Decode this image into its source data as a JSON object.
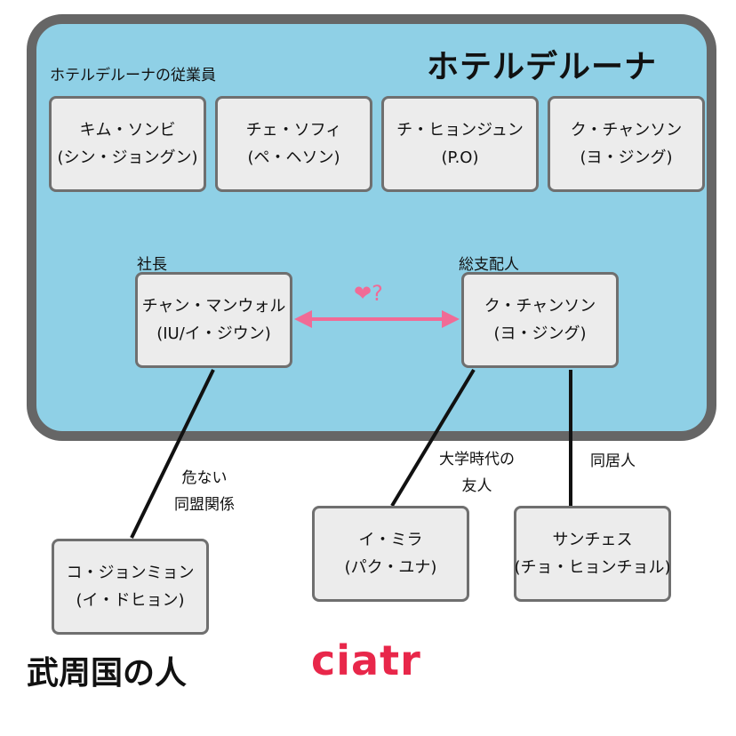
{
  "title": "ホテルデルーナ",
  "staff_group_label": "ホテルデルーナの従業員",
  "staff": [
    {
      "name": "キム・ソンビ",
      "actor": "(シン・ジョングン)"
    },
    {
      "name": "チェ・ソフィ",
      "actor": "(ペ・ヘソン)"
    },
    {
      "name": "チ・ヒョンジュン",
      "actor": "(P.O)"
    },
    {
      "name": "ク・チャンソン",
      "actor": "(ヨ・ジング)"
    }
  ],
  "president": {
    "role": "社長",
    "name": "チャン・マンウォル",
    "actor": "(IU/イ・ジウン)"
  },
  "manager": {
    "role": "総支配人",
    "name": "ク・チャンソン",
    "actor": "(ヨ・ジング)"
  },
  "love_relation": "❤?",
  "outside": [
    {
      "name": "コ・ジョンミョン",
      "actor": "(イ・ドヒョン)",
      "relation": [
        "危ない",
        "同盟関係"
      ]
    },
    {
      "name": "イ・ミラ",
      "actor": "(パク・ユナ)",
      "relation": [
        "大学時代の",
        "友人"
      ]
    },
    {
      "name": "サンチェス",
      "actor": "(チョ・ヒョンチョル)",
      "relation": [
        "同居人"
      ]
    }
  ],
  "wuzhou_label": "武周国の人",
  "logo_text": "ciatr",
  "colors": {
    "frame_fill": "#8fd0e6",
    "frame_border": "#666666",
    "box_fill": "#ececec",
    "arrow": "#f06b96",
    "logo": "#e8274a"
  }
}
